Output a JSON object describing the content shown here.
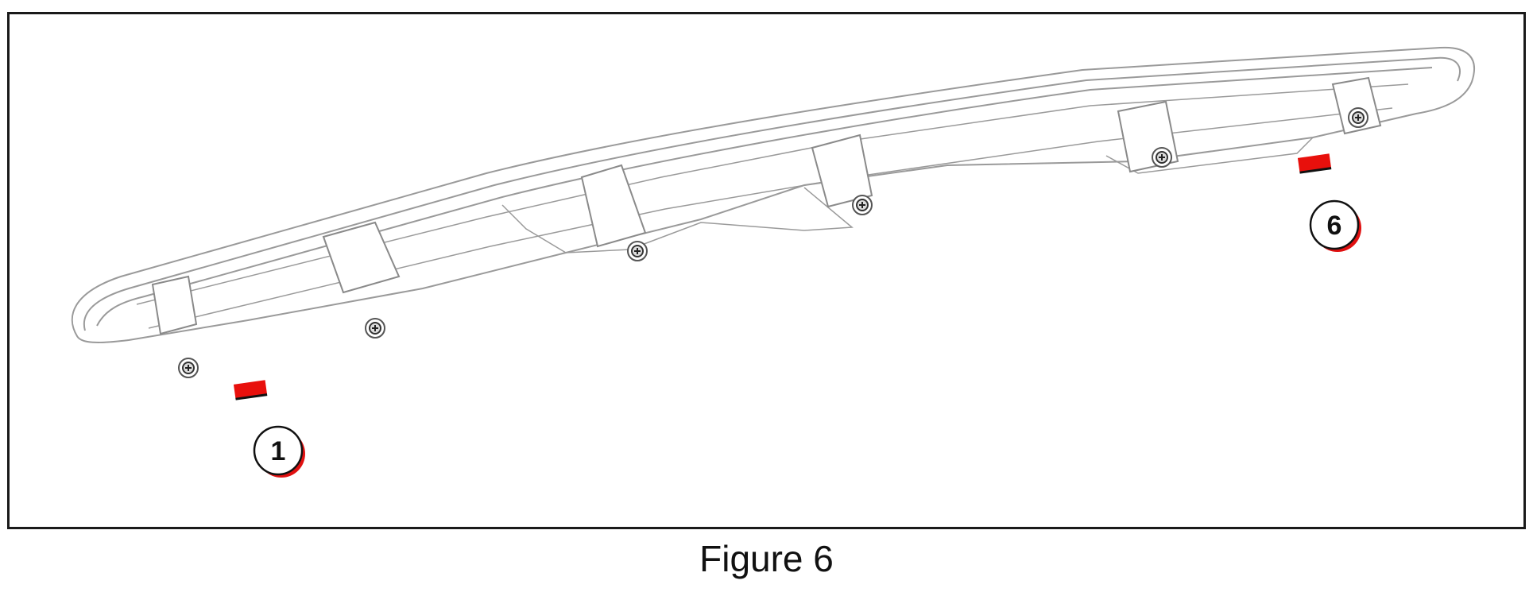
{
  "figure": {
    "caption": "Figure 6",
    "callouts": [
      {
        "id": "1",
        "label": "1"
      },
      {
        "id": "6",
        "label": "6"
      }
    ],
    "colors": {
      "frame": "#1a1a1a",
      "line_art": "#9a9a9a",
      "marker": "#e8100c",
      "callout_shadow": "#e01010"
    },
    "icons": [
      "fastener-icon",
      "adhesive-tape-marker"
    ]
  }
}
